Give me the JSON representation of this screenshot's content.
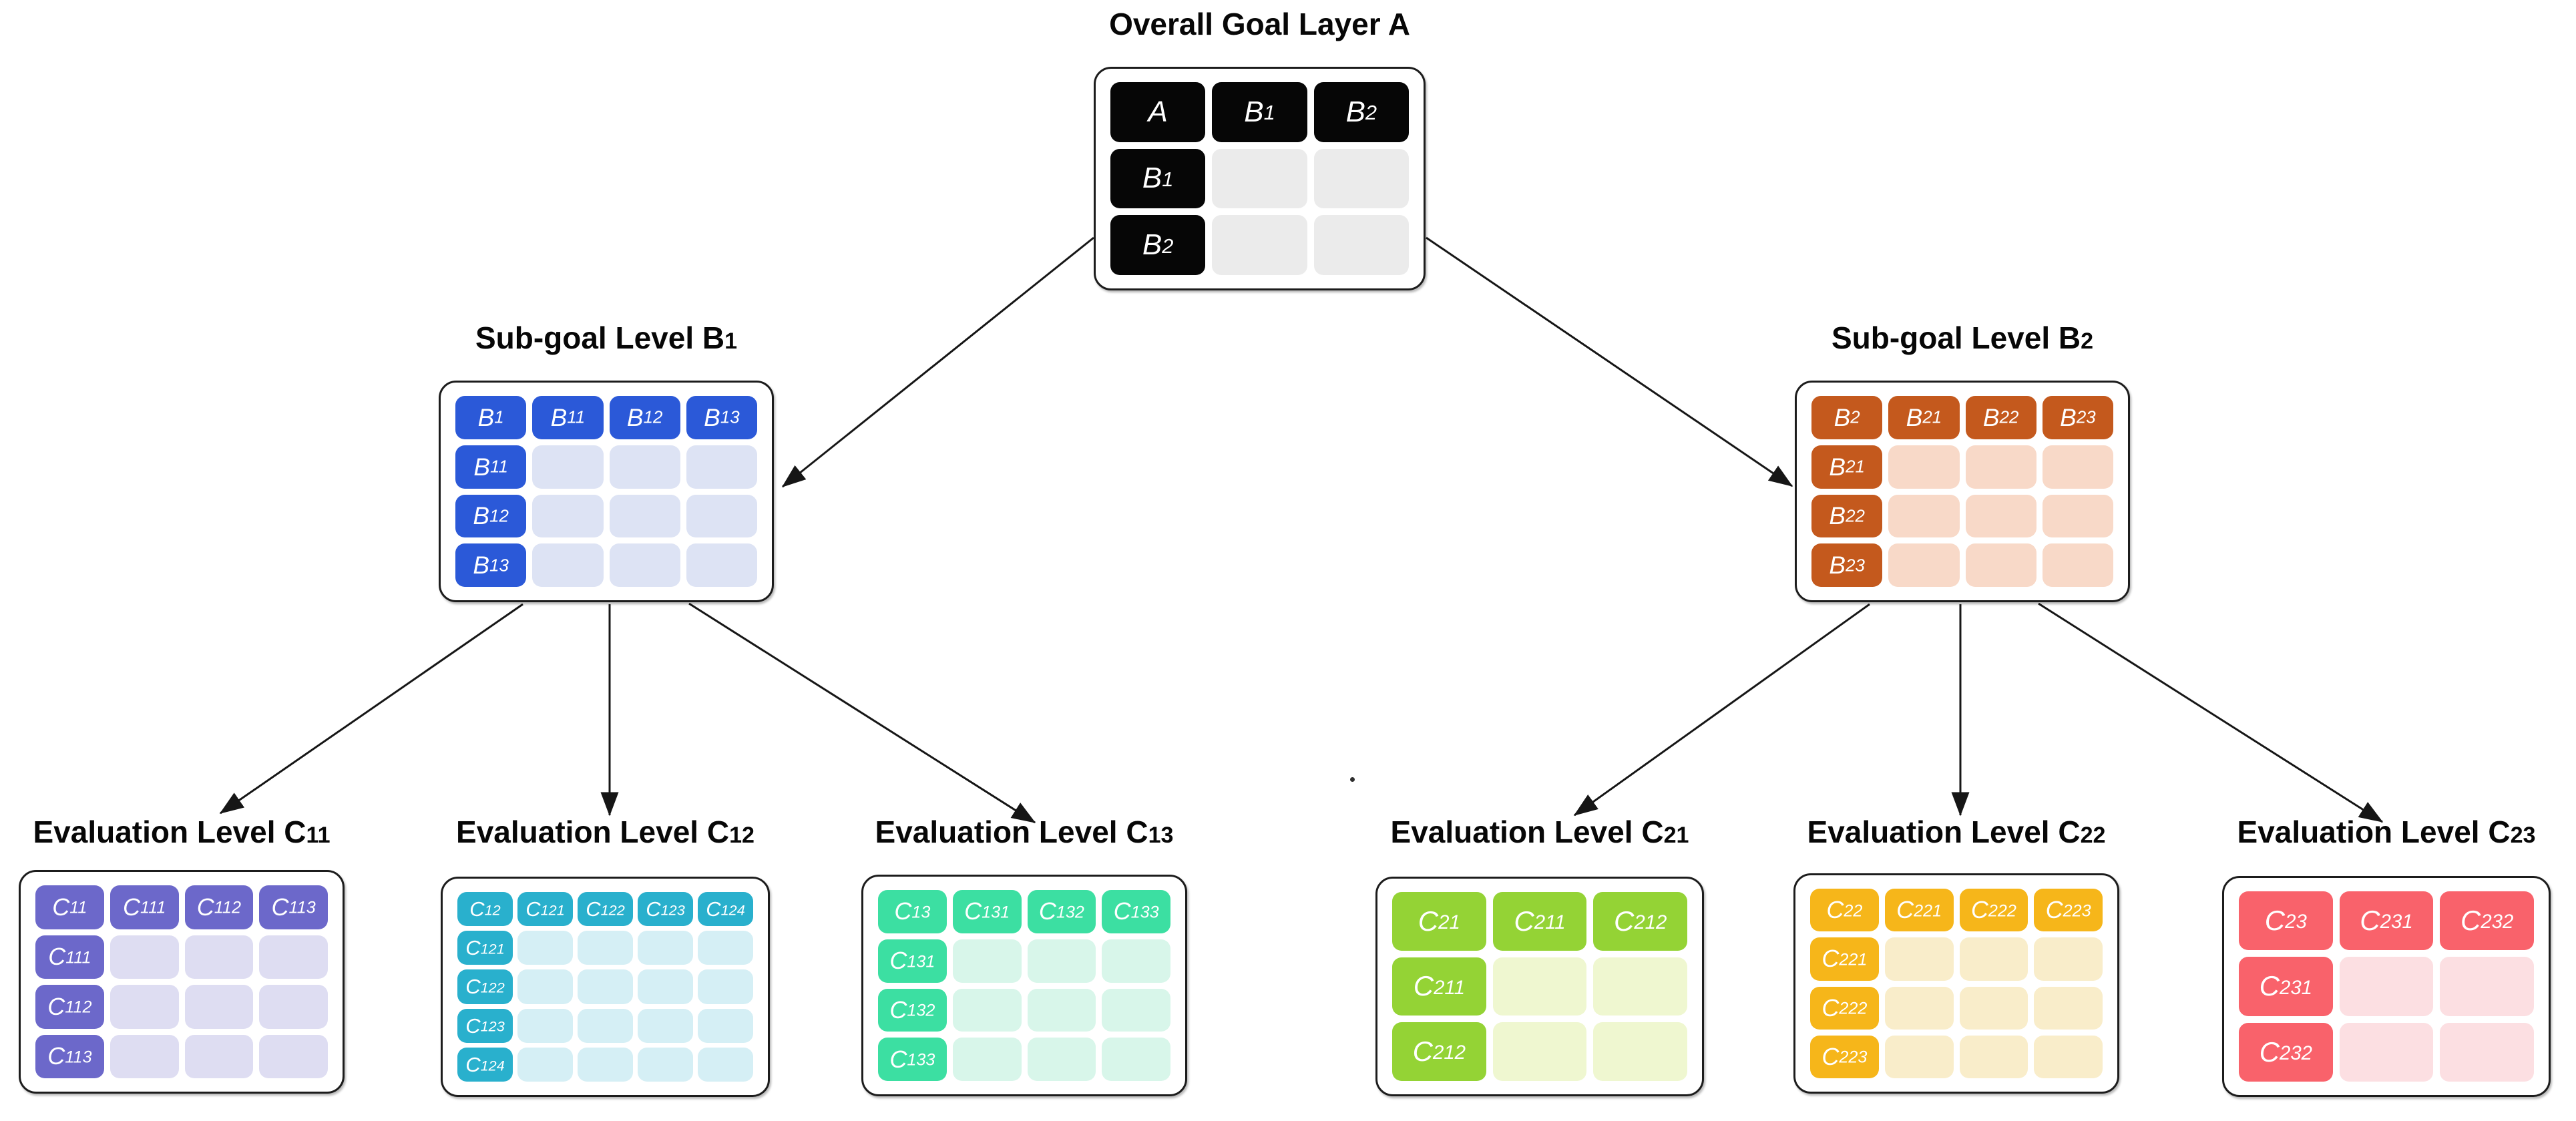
{
  "page": {
    "background": "#ffffff",
    "line_color": "#161616",
    "title_color": "#070707"
  },
  "matrices": [
    {
      "id": "A",
      "title": {
        "prefix": "Overall Goal Layer ",
        "main": "A",
        "sub": ""
      },
      "corner": {
        "m": "A",
        "s": ""
      },
      "items": [
        {
          "m": "B",
          "s": "1"
        },
        {
          "m": "B",
          "s": "2"
        }
      ],
      "colors": {
        "solid": "#060606",
        "pale": "#ebebeb",
        "label": "#ffffff"
      }
    },
    {
      "id": "B1",
      "title": {
        "prefix": "Sub-goal Level ",
        "main": "B",
        "sub": "1"
      },
      "corner": {
        "m": "B",
        "s": "1"
      },
      "items": [
        {
          "m": "B",
          "s": "11"
        },
        {
          "m": "B",
          "s": "12"
        },
        {
          "m": "B",
          "s": "13"
        }
      ],
      "colors": {
        "solid": "#2b59d8",
        "pale": "#dde3f4",
        "label": "#ffffff"
      }
    },
    {
      "id": "B2",
      "title": {
        "prefix": "Sub-goal Level ",
        "main": "B",
        "sub": "2"
      },
      "corner": {
        "m": "B",
        "s": "2"
      },
      "items": [
        {
          "m": "B",
          "s": "21"
        },
        {
          "m": "B",
          "s": "22"
        },
        {
          "m": "B",
          "s": "23"
        }
      ],
      "colors": {
        "solid": "#c4591d",
        "pale": "#f8d9c8",
        "label": "#ffffff"
      }
    },
    {
      "id": "C11",
      "title": {
        "prefix": "Evaluation Level ",
        "main": "C",
        "sub": "11"
      },
      "corner": {
        "m": "C",
        "s": "11"
      },
      "items": [
        {
          "m": "C",
          "s": "111"
        },
        {
          "m": "C",
          "s": "112"
        },
        {
          "m": "C",
          "s": "113"
        }
      ],
      "colors": {
        "solid": "#6c68ca",
        "pale": "#deddf2",
        "label": "#ffffff"
      }
    },
    {
      "id": "C12",
      "title": {
        "prefix": "Evaluation Level ",
        "main": "C",
        "sub": "12"
      },
      "corner": {
        "m": "C",
        "s": "12"
      },
      "items": [
        {
          "m": "C",
          "s": "121"
        },
        {
          "m": "C",
          "s": "122"
        },
        {
          "m": "C",
          "s": "123"
        },
        {
          "m": "C",
          "s": "124"
        }
      ],
      "colors": {
        "solid": "#29b0cd",
        "pale": "#d5eff5",
        "label": "#ffffff"
      }
    },
    {
      "id": "C13",
      "title": {
        "prefix": "Evaluation Level ",
        "main": "C",
        "sub": "13"
      },
      "corner": {
        "m": "C",
        "s": "13"
      },
      "items": [
        {
          "m": "C",
          "s": "131"
        },
        {
          "m": "C",
          "s": "132"
        },
        {
          "m": "C",
          "s": "133"
        }
      ],
      "colors": {
        "solid": "#3cdfa2",
        "pale": "#d8f6ea",
        "label": "#ffffff"
      }
    },
    {
      "id": "C21",
      "title": {
        "prefix": "Evaluation Level ",
        "main": "C",
        "sub": "21"
      },
      "corner": {
        "m": "C",
        "s": "21"
      },
      "items": [
        {
          "m": "C",
          "s": "211"
        },
        {
          "m": "C",
          "s": "212"
        }
      ],
      "colors": {
        "solid": "#94d335",
        "pale": "#eff7d0",
        "label": "#ffffff"
      }
    },
    {
      "id": "C22",
      "title": {
        "prefix": "Evaluation Level ",
        "main": "C",
        "sub": "22"
      },
      "corner": {
        "m": "C",
        "s": "22"
      },
      "items": [
        {
          "m": "C",
          "s": "221"
        },
        {
          "m": "C",
          "s": "222"
        },
        {
          "m": "C",
          "s": "223"
        }
      ],
      "colors": {
        "solid": "#f6b61a",
        "pale": "#f9edca",
        "label": "#ffffff"
      }
    },
    {
      "id": "C23",
      "title": {
        "prefix": "Evaluation Level ",
        "main": "C",
        "sub": "23"
      },
      "corner": {
        "m": "C",
        "s": "23"
      },
      "items": [
        {
          "m": "C",
          "s": "231"
        },
        {
          "m": "C",
          "s": "232"
        }
      ],
      "colors": {
        "solid": "#f9626b",
        "pale": "#fcdfe2",
        "label": "#ffffff"
      }
    }
  ],
  "connections": [
    {
      "from": "A",
      "to": "B1"
    },
    {
      "from": "A",
      "to": "B2"
    },
    {
      "from": "B1",
      "to": "C11"
    },
    {
      "from": "B1",
      "to": "C12"
    },
    {
      "from": "B1",
      "to": "C13"
    },
    {
      "from": "B2",
      "to": "C21"
    },
    {
      "from": "B2",
      "to": "C22"
    },
    {
      "from": "B2",
      "to": "C23"
    }
  ],
  "artifacts": {
    "stray_dot": "·"
  }
}
